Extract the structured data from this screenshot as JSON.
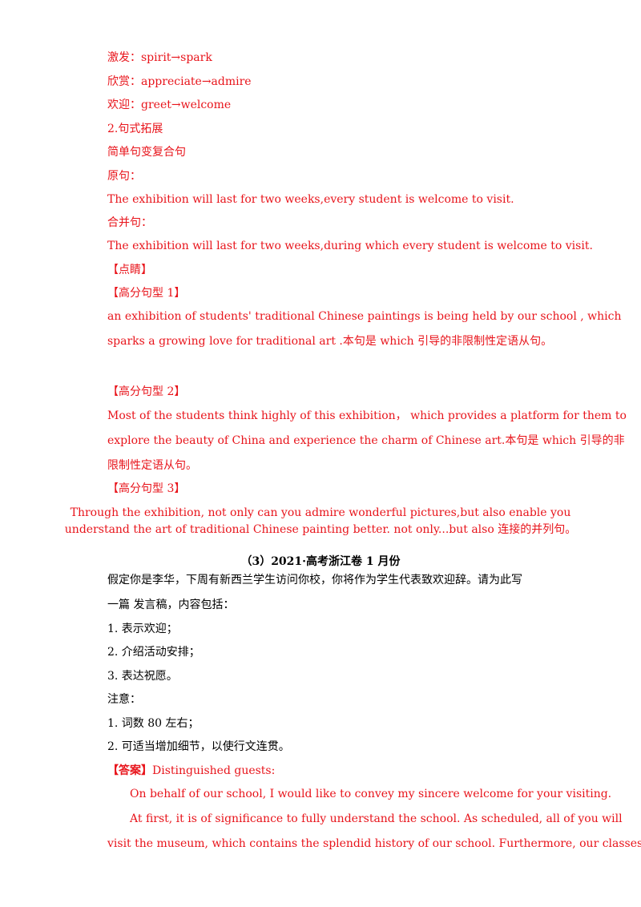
{
  "vocab": [
    "激发：spirit→spark",
    "欣赏：appreciate→admire",
    "欢迎：greet→welcome"
  ],
  "section2": {
    "heading": "2.句式拓展",
    "sub": "简单句变复合句",
    "orig_label": "原句：",
    "orig": "The exhibition will last for two weeks,every student is welcome to visit.",
    "merged_label": "合并句：",
    "merged": "The exhibition will last for two weeks,during which every student is welcome to visit."
  },
  "dianjing": "【点睛】",
  "pattern1": {
    "label": "【高分句型 1】",
    "line1": "an exhibition of students' traditional Chinese paintings is being held by our school , which",
    "line2": "sparks a growing love for traditional art .本句是 which 引导的非限制性定语从句。"
  },
  "pattern2": {
    "label": "【高分句型 2】",
    "line1": "Most of the students think highly of this exhibition， which provides a platform for them to",
    "line2": "explore the beauty of China and experience the charm of Chinese art.本句是 which 引导的非",
    "line3": "限制性定语从句。"
  },
  "pattern3": {
    "label": "【高分句型  3】",
    "line1": "Through the exhibition, not only can you admire wonderful pictures,but also enable you",
    "line2": "understand the art of traditional Chinese painting better. not only...but also 连接的并列句。"
  },
  "q3": {
    "title": "（3）2021·高考浙江卷 1 月份",
    "prompt1": "假定你是李华，下周有新西兰学生访问你校，你将作为学生代表致欢迎辞。请为此写",
    "prompt2": "一篇  发言稿，内容包括：",
    "items": [
      "1. 表示欢迎；",
      "2. 介绍活动安排；",
      "3. 表达祝愿。"
    ],
    "note_label": "注意：",
    "notes": [
      "1. 词数 80 左右；",
      "2. 可适当增加细节，以使行文连贯。"
    ],
    "answer_label": "【答案】",
    "answer_greeting": "Distinguished guests:",
    "answer_p1": "On behalf of our school, I would like to convey my sincere welcome for your visiting.",
    "answer_p2a": "At first, it is of significance to fully understand the school. As scheduled, all of you will",
    "answer_p2b": "visit the museum, which contains the splendid history of our school. Furthermore, our classes"
  }
}
